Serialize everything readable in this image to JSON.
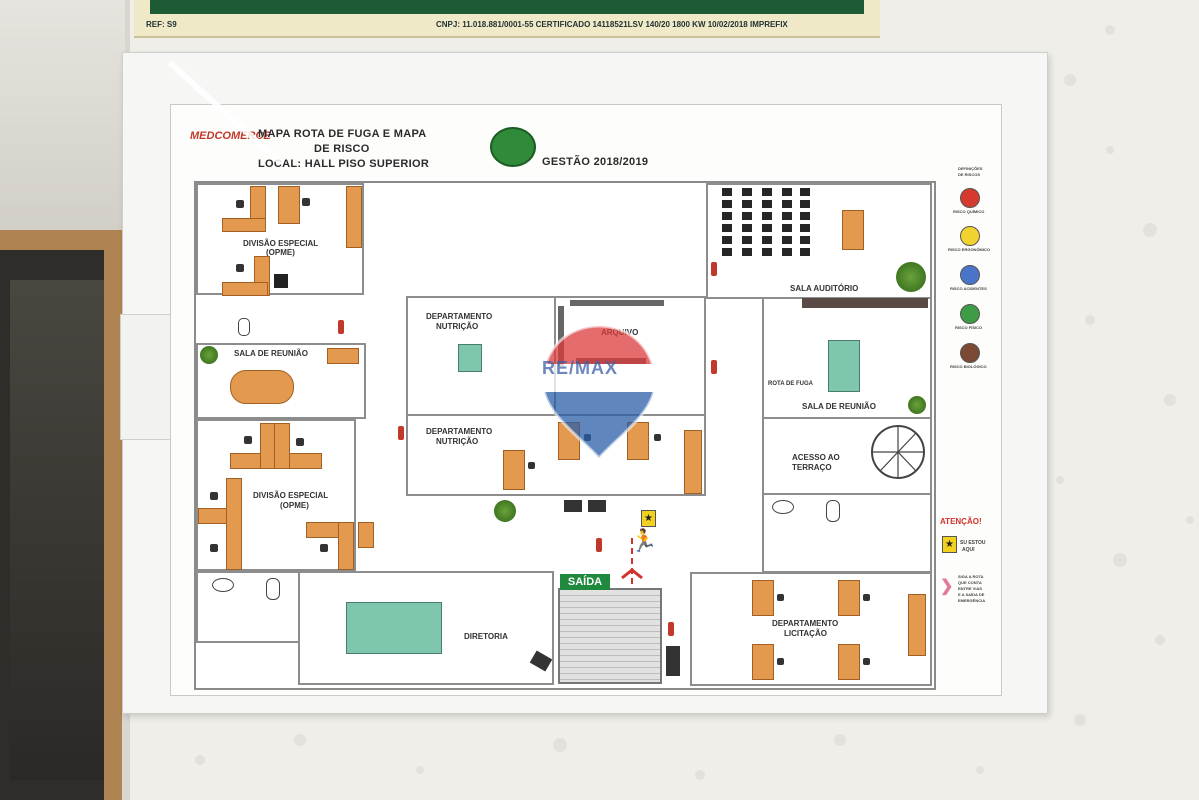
{
  "plate": {
    "ref": "REF: S9",
    "text": "CNPJ: 11.018.881/0001-55 CERTIFICADO 14118521LSV 140/20 1800 KW  10/02/2018  IMPREFIX"
  },
  "map": {
    "logo": "MEDCOMERCE",
    "title_line1": "MAPA ROTA DE FUGA E MAPA",
    "title_line2": "DE RISCO",
    "title_line3": "LOCAL: HALL PISO SUPERIOR",
    "gestao": "GESTÃO 2018/2019"
  },
  "rooms": {
    "divisao_especial_top": "DIVISÃO ESPECIAL",
    "opme_top": "(OPME)",
    "sala_reuniao_left": "SALA DE REUNIÃO",
    "divisao_especial_bottom": "DIVISÃO ESPECIAL",
    "opme_bottom": "(OPME)",
    "diretoria": "DIRETORIA",
    "dep_nutricao_top_1": "DEPARTAMENTO",
    "dep_nutricao_top_2": "NUTRIÇÃO",
    "arquivo": "ARQUIVO",
    "dep_nutricao_bottom_1": "DEPARTAMENTO",
    "dep_nutricao_bottom_2": "NUTRIÇÃO",
    "sala_auditorio": "SALA AUDITÓRIO",
    "rota_de_fuga": "ROTA DE FUGA",
    "sala_reuniao_right": "SALA DE REUNIÃO",
    "acesso_terraco_1": "ACESSO AO",
    "acesso_terraco_2": "TERRAÇO",
    "dep_licitacao_1": "DEPARTAMENTO",
    "dep_licitacao_2": "LICITAÇÃO",
    "saida": "SAÍDA"
  },
  "legend": {
    "heading_1": "DEFINIÇÕES",
    "heading_2": "DE RISCOS",
    "items": [
      {
        "label": "RISCO QUÍMICO",
        "color": "#d63a2f"
      },
      {
        "label": "RISCO ERGONÔMICO",
        "color": "#f2d22e"
      },
      {
        "label": "RISCO ACIDENTES",
        "color": "#4a74c9"
      },
      {
        "label": "RISCO FÍSICO",
        "color": "#3e9b46"
      },
      {
        "label": "RISCO BIOLÓGICO",
        "color": "#7a4a35"
      }
    ],
    "atencao": "ATENÇÃO!",
    "voce_esta_aqui_1": "SU ESTOU",
    "voce_esta_aqui_2": "AQUI",
    "rota_note_1": "SIGA A ROTA",
    "rota_note_2": "QUE CONTA",
    "rota_note_3": "ENTRE VIAS",
    "rota_note_4": "E A SAÍDA DE",
    "rota_note_5": "EMERGÊNCIA"
  },
  "watermark": {
    "brand": "RE/MAX"
  }
}
